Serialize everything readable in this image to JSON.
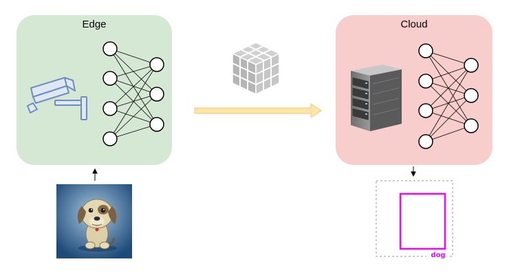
{
  "edge": {
    "title": "Edge"
  },
  "cloud": {
    "title": "Cloud"
  },
  "detection": {
    "label": "dog"
  },
  "icons": {
    "camera": "security-camera-icon",
    "server": "server-rack-icon",
    "cube": "tensor-cube-icon",
    "input": "dog-image",
    "network": "neural-network-icon"
  },
  "colors": {
    "edge_panel": "#d5e8d4",
    "cloud_panel": "#f8cecc",
    "transfer_arrow": "#ffe6a8",
    "bounding_box": "#ff00ff"
  }
}
